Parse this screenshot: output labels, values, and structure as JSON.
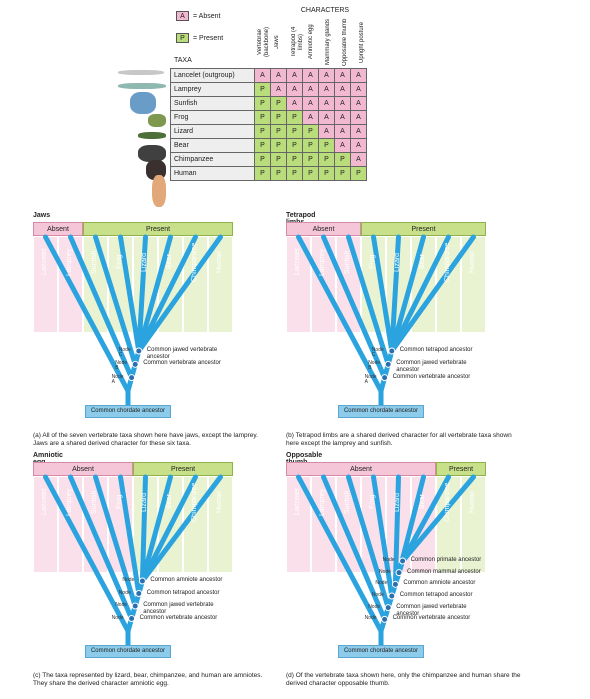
{
  "legend": {
    "absent_key": "A",
    "absent_text": "= Absent",
    "present_key": "P",
    "present_text": "= Present"
  },
  "table": {
    "characters_title": "CHARACTERS",
    "taxa_title": "TAXA",
    "characters": [
      "Vertebrae (backbone)",
      "Jaws",
      "Tetrapod (4 limbs)",
      "Amniotic egg",
      "Mammary glands",
      "Opposable thumb",
      "Upright posture"
    ],
    "rows": [
      {
        "taxon": "Lancelet (outgroup)",
        "cells": [
          "A",
          "A",
          "A",
          "A",
          "A",
          "A",
          "A"
        ]
      },
      {
        "taxon": "Lamprey",
        "cells": [
          "P",
          "A",
          "A",
          "A",
          "A",
          "A",
          "A"
        ]
      },
      {
        "taxon": "Sunfish",
        "cells": [
          "P",
          "P",
          "A",
          "A",
          "A",
          "A",
          "A"
        ]
      },
      {
        "taxon": "Frog",
        "cells": [
          "P",
          "P",
          "P",
          "A",
          "A",
          "A",
          "A"
        ]
      },
      {
        "taxon": "Lizard",
        "cells": [
          "P",
          "P",
          "P",
          "P",
          "A",
          "A",
          "A"
        ]
      },
      {
        "taxon": "Bear",
        "cells": [
          "P",
          "P",
          "P",
          "P",
          "P",
          "A",
          "A"
        ]
      },
      {
        "taxon": "Chimpanzee",
        "cells": [
          "P",
          "P",
          "P",
          "P",
          "P",
          "P",
          "A"
        ]
      },
      {
        "taxon": "Human",
        "cells": [
          "P",
          "P",
          "P",
          "P",
          "P",
          "P",
          "P"
        ]
      }
    ]
  },
  "colors": {
    "absent": "#f2b8cf",
    "present": "#b9dd7a",
    "branch": "#2aa3df",
    "node": "#2a6fb0"
  },
  "panels": {
    "jaws": {
      "title": "Jaws",
      "absent": "Absent",
      "present": "Present",
      "taxa": [
        "Lancelet",
        "Lamprey",
        "Sunfish",
        "Frog",
        "Lizard",
        "Bear",
        "Chimpanzee",
        "Human"
      ],
      "absent_count": 2,
      "nodes": [
        "Node A",
        "Node B",
        "Node C"
      ],
      "annotations": [
        "Common jawed vertebrate ancestor",
        "Common vertebrate ancestor"
      ],
      "root": "Common chordate ancestor",
      "caption": "(a) All of the seven vertebrate taxa shown here have jaws, except the lamprey. Jaws are a shared derived character for these six taxa."
    },
    "tetrapod": {
      "title": "Tetrapod limbs",
      "absent": "Absent",
      "present": "Present",
      "taxa": [
        "Lancelet",
        "Lamprey",
        "Sunfish",
        "Frog",
        "Lizard",
        "Bear",
        "Chimpanzee",
        "Human"
      ],
      "absent_count": 3,
      "nodes": [
        "Node A",
        "Node B",
        "Node C"
      ],
      "annotations": [
        "Common tetrapod ancestor",
        "Common jawed vertebrate ancestor",
        "Common vertebrate ancestor"
      ],
      "root": "Common chordate ancestor",
      "caption": "(b) Tetrapod limbs are a shared derived character for all vertebrate taxa shown here except the lamprey and sunfish."
    },
    "amniotic": {
      "title": "Amniotic egg",
      "absent": "Absent",
      "present": "Present",
      "taxa": [
        "Lancelet",
        "Lamprey",
        "Sunfish",
        "Frog",
        "Lizard",
        "Bear",
        "Chimpanzee",
        "Human"
      ],
      "absent_count": 4,
      "nodes": [
        "Node",
        "Node",
        "Node",
        "Node"
      ],
      "annotations": [
        "Common amniote ancestor",
        "Common tetrapod ancestor",
        "Common jawed vertebrate ancestor",
        "Common vertebrate ancestor"
      ],
      "root": "Common chordate ancestor",
      "caption": "(c) The taxa represented by lizard, bear, chimpanzee, and human are amniotes. They share the derived character amniotic egg."
    },
    "thumb": {
      "title": "Opposable thumb",
      "absent": "Absent",
      "present": "Present",
      "taxa": [
        "Lancelet",
        "Lamprey",
        "Sunfish",
        "Frog",
        "Lizard",
        "Bear",
        "Chimpanzee",
        "Human"
      ],
      "absent_count": 6,
      "nodes": [
        "Node",
        "Node",
        "Node",
        "Node",
        "Node",
        "Node"
      ],
      "annotations": [
        "Common primate ancestor",
        "Common mammal ancestor",
        "Common amniote ancestor",
        "Common tetrapod ancestor",
        "Common jawed vertebrate ancestor",
        "Common vertebrate ancestor"
      ],
      "root": "Common chordate ancestor",
      "caption": "(d) Of the vertebrate taxa shown here, only the chimpanzee and human share the derived character opposable thumb."
    }
  }
}
